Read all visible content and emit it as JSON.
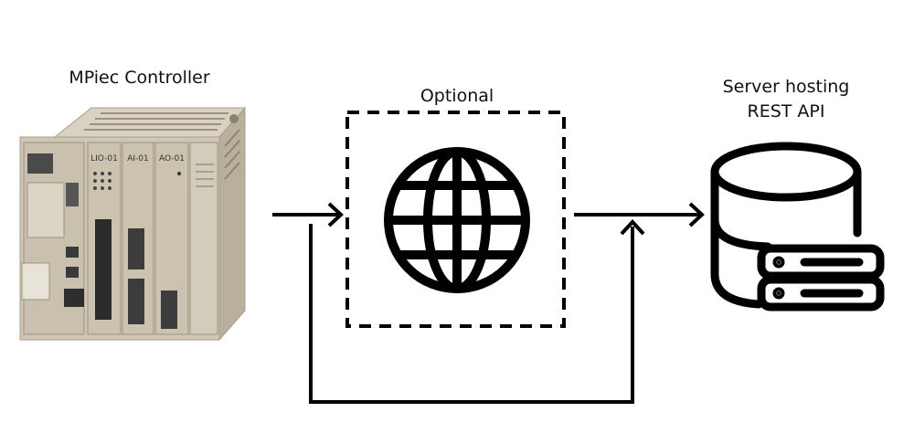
{
  "diagram": {
    "controller": {
      "label": "MPiec Controller",
      "module_labels": [
        "LIO-01",
        "AI-01",
        "AO-01"
      ]
    },
    "optional": {
      "label": "Optional",
      "icon": "globe-icon"
    },
    "server": {
      "label_line1": "Server hosting",
      "label_line2": "REST API",
      "icon": "database-server-icon"
    },
    "colors": {
      "line": "#000000",
      "chassis": "#cfc6b4",
      "chassis_dark": "#a89e8a"
    }
  }
}
